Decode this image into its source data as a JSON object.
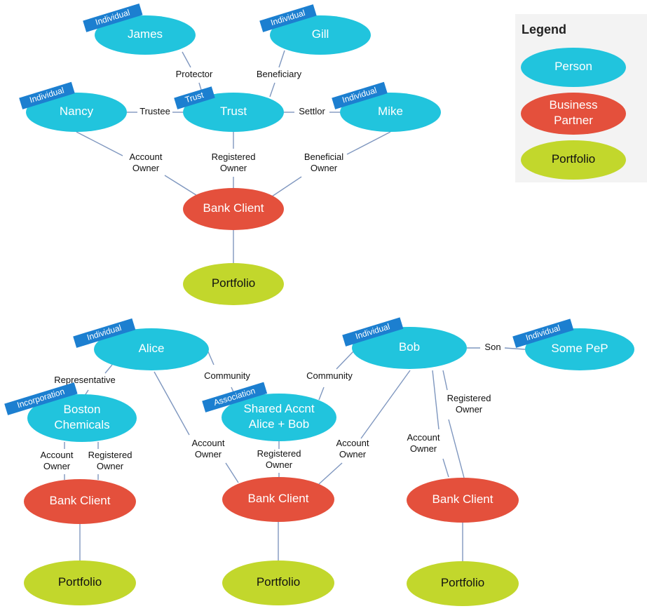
{
  "colors": {
    "person": "#21c4dd",
    "business_partner": "#e4503c",
    "portfolio": "#c2d72c",
    "tag": "#1c7fd0",
    "edge": "#7f97bf"
  },
  "legend": {
    "title": "Legend",
    "items": [
      {
        "kind": "person",
        "lines": [
          "Person"
        ]
      },
      {
        "kind": "business_partner",
        "lines": [
          "Business",
          "Partner"
        ]
      },
      {
        "kind": "portfolio",
        "lines": [
          "Portfolio"
        ]
      }
    ]
  },
  "nodes": [
    {
      "id": "james",
      "kind": "person",
      "lines": [
        "James"
      ],
      "tag": "Individual"
    },
    {
      "id": "gill",
      "kind": "person",
      "lines": [
        "Gill"
      ],
      "tag": "Individual"
    },
    {
      "id": "nancy",
      "kind": "person",
      "lines": [
        "Nancy"
      ],
      "tag": "Individual"
    },
    {
      "id": "trust",
      "kind": "person",
      "lines": [
        "Trust"
      ],
      "tag": "Trust"
    },
    {
      "id": "mike",
      "kind": "person",
      "lines": [
        "Mike"
      ],
      "tag": "Individual"
    },
    {
      "id": "bank1",
      "kind": "business_partner",
      "lines": [
        "Bank Client"
      ]
    },
    {
      "id": "port1",
      "kind": "portfolio",
      "lines": [
        "Portfolio"
      ]
    },
    {
      "id": "alice",
      "kind": "person",
      "lines": [
        "Alice"
      ],
      "tag": "Individual"
    },
    {
      "id": "bob",
      "kind": "person",
      "lines": [
        "Bob"
      ],
      "tag": "Individual"
    },
    {
      "id": "pep",
      "kind": "person",
      "lines": [
        "Some PeP"
      ],
      "tag": "Individual"
    },
    {
      "id": "boston",
      "kind": "person",
      "lines": [
        "Boston",
        "Chemicals"
      ],
      "tag": "Incorporation"
    },
    {
      "id": "shared",
      "kind": "person",
      "lines": [
        "Shared Accnt",
        "Alice + Bob"
      ],
      "tag": "Association"
    },
    {
      "id": "bank2",
      "kind": "business_partner",
      "lines": [
        "Bank Client"
      ]
    },
    {
      "id": "bank3",
      "kind": "business_partner",
      "lines": [
        "Bank Client"
      ]
    },
    {
      "id": "bank4",
      "kind": "business_partner",
      "lines": [
        "Bank Client"
      ]
    },
    {
      "id": "port2",
      "kind": "portfolio",
      "lines": [
        "Portfolio"
      ]
    },
    {
      "id": "port3",
      "kind": "portfolio",
      "lines": [
        "Portfolio"
      ]
    },
    {
      "id": "port4",
      "kind": "portfolio",
      "lines": [
        "Portfolio"
      ]
    }
  ],
  "edges": [
    {
      "id": "james-trust",
      "from": "james",
      "to": "trust",
      "lines": [
        "Protector"
      ]
    },
    {
      "id": "gill-trust",
      "from": "gill",
      "to": "trust",
      "lines": [
        "Beneficiary"
      ]
    },
    {
      "id": "nancy-trust",
      "from": "nancy",
      "to": "trust",
      "lines": [
        "Trustee"
      ]
    },
    {
      "id": "mike-trust",
      "from": "mike",
      "to": "trust",
      "lines": [
        "Settlor"
      ]
    },
    {
      "id": "nancy-bank1",
      "from": "nancy",
      "to": "bank1",
      "lines": [
        "Account",
        "Owner"
      ]
    },
    {
      "id": "trust-bank1",
      "from": "trust",
      "to": "bank1",
      "lines": [
        "Registered",
        "Owner"
      ]
    },
    {
      "id": "mike-bank1",
      "from": "mike",
      "to": "bank1",
      "lines": [
        "Beneficial",
        "Owner"
      ]
    },
    {
      "id": "bank1-port1",
      "from": "bank1",
      "to": "port1",
      "lines": []
    },
    {
      "id": "alice-boston",
      "from": "alice",
      "to": "boston",
      "lines": [
        "Representative"
      ]
    },
    {
      "id": "alice-shared",
      "from": "alice",
      "to": "shared",
      "lines": [
        "Community"
      ]
    },
    {
      "id": "bob-shared",
      "from": "bob",
      "to": "shared",
      "lines": [
        "Community"
      ]
    },
    {
      "id": "bob-pep",
      "from": "bob",
      "to": "pep",
      "lines": [
        "Son"
      ]
    },
    {
      "id": "boston-bank2-account",
      "from": "boston",
      "to": "bank2",
      "lines": [
        "Account",
        "Owner"
      ]
    },
    {
      "id": "boston-bank2-registered",
      "from": "boston",
      "to": "bank2",
      "lines": [
        "Registered",
        "Owner"
      ]
    },
    {
      "id": "alice-bank3",
      "from": "alice",
      "to": "bank3",
      "lines": [
        "Account",
        "Owner"
      ]
    },
    {
      "id": "shared-bank3",
      "from": "shared",
      "to": "bank3",
      "lines": [
        "Registered",
        "Owner"
      ]
    },
    {
      "id": "bob-bank3",
      "from": "bob",
      "to": "bank3",
      "lines": [
        "Account",
        "Owner"
      ]
    },
    {
      "id": "bob-bank4-account",
      "from": "bob",
      "to": "bank4",
      "lines": [
        "Account",
        "Owner"
      ]
    },
    {
      "id": "bob-bank4-registered",
      "from": "bob",
      "to": "bank4",
      "lines": [
        "Registered",
        "Owner"
      ]
    },
    {
      "id": "bank2-port2",
      "from": "bank2",
      "to": "port2",
      "lines": []
    },
    {
      "id": "bank3-port3",
      "from": "bank3",
      "to": "port3",
      "lines": []
    },
    {
      "id": "bank4-port4",
      "from": "bank4",
      "to": "port4",
      "lines": []
    }
  ]
}
